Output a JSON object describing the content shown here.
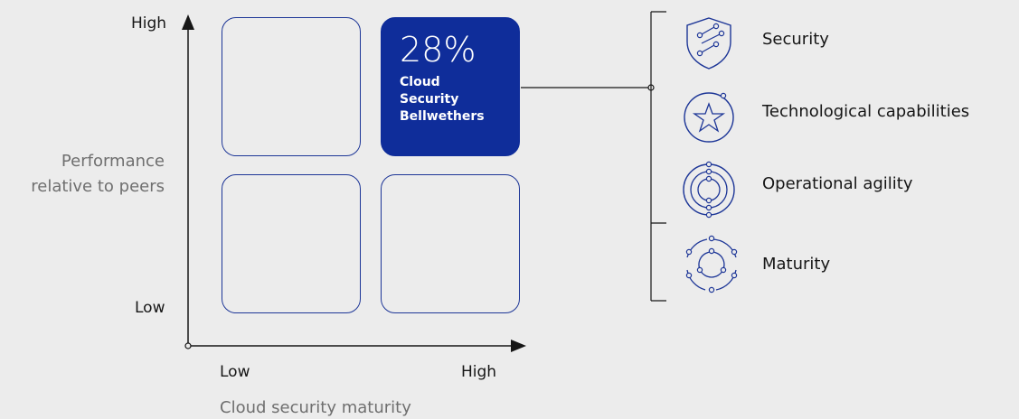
{
  "y_axis": {
    "title_lines": [
      "Performance",
      "relative to peers"
    ],
    "high": "High",
    "low": "Low"
  },
  "x_axis": {
    "title": "Cloud security maturity",
    "low": "Low",
    "high": "High"
  },
  "highlight": {
    "percent": "28%",
    "label_lines": [
      "Cloud",
      "Security",
      "Bellwethers"
    ]
  },
  "categories": [
    {
      "label": "Security",
      "icon": "shield-icon"
    },
    {
      "label": "Technological capabilities",
      "icon": "star-icon"
    },
    {
      "label": "Operational agility",
      "icon": "concentric-circles-icon"
    },
    {
      "label": "Maturity",
      "icon": "cycle-icon"
    }
  ],
  "colors": {
    "accent": "#0f2d9a",
    "line": "#161616",
    "muted": "#6f6f6f"
  }
}
